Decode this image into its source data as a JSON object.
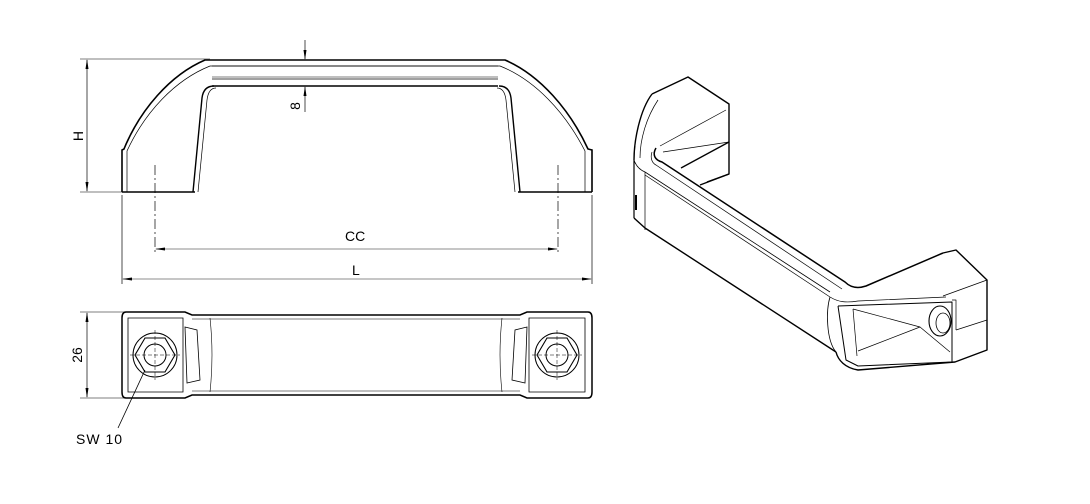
{
  "drawing": {
    "title": "Handle technical drawing",
    "line_color": "#000000",
    "thin_line_color": "#555555",
    "background": "#ffffff",
    "views": [
      {
        "name": "front-view",
        "description": "Front elevation of the bow handle"
      },
      {
        "name": "top-view",
        "description": "Plan view showing mounting ends with hex bolts"
      },
      {
        "name": "isometric-view",
        "description": "3D isometric line render of the handle"
      }
    ]
  },
  "dimensions": {
    "height": {
      "label": "H"
    },
    "thickness": {
      "label": "8"
    },
    "center_distance": {
      "label": "CC"
    },
    "length": {
      "label": "L"
    },
    "width": {
      "label": "26"
    },
    "wrench_size": {
      "label": "SW 10"
    }
  }
}
